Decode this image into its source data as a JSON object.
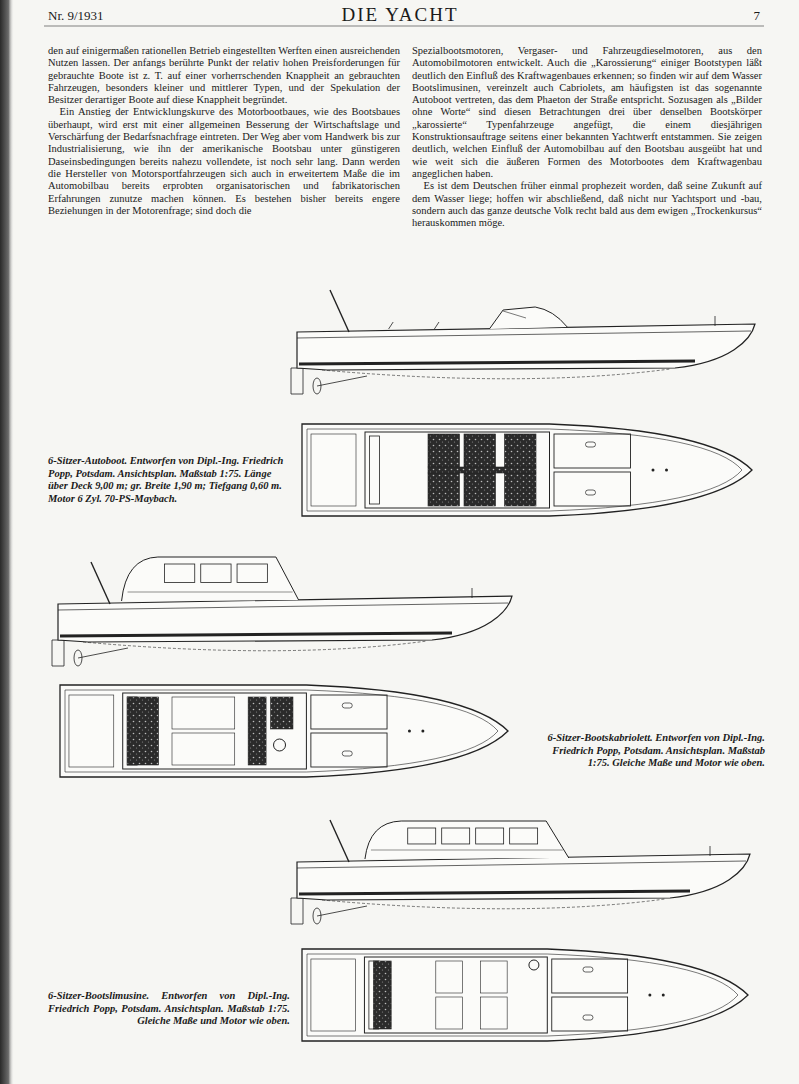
{
  "diagram": {
    "title": "DIE YACHT",
    "labels": [
      "Nr. 9/1931",
      "7",
      "den auf einigermaßen rationellen Betrieb eingestellten Werften einen ausreichenden Nutzen lassen. Der anfangs berührte Punkt der relativ hohen Preisforderungen für gebrauchte Boote ist z. T. auf einer vorherrschenden Knappheit an gebrauchten Fahrzeugen, besonders kleiner und mittlerer Typen, und der Spekulation der Besitzer derartiger Boote auf diese Knappheit begründet.",
      "Ein Anstieg der Entwicklungskurve des Motorbootbaues, wie des Bootsbaues überhaupt, wird erst mit einer allgemeinen Besserung der Wirtschaftslage und Verschärfung der Bedarfsnachfrage eintreten. Der Weg aber vom Handwerk bis zur Industrialisierung, wie ihn der amerikanische Bootsbau unter günstigeren Daseinsbedingungen bereits nahezu vollendete, ist noch sehr lang. Dann werden die Hersteller von Motorsportfahrzeugen sich auch in erweitertem Maße die im Automobilbau bereits erprobten organisatorischen und fabrikatorischen Erfahrungen zunutze machen können. Es bestehen bisher bereits engere Beziehungen in der Motorenfrage; sind doch die",
      "Spezialbootsmotoren, Vergaser- und Fahrzeugdieselmotoren, aus den Automobilmotoren entwickelt. Auch die „Karossierung“ einiger Bootstypen läßt deutlich den Einfluß des Kraftwagenbaues erkennen; so finden wir auf dem Wasser Bootslimusinen, vereinzelt auch Cabriolets, am häufigsten ist das sogenannte Autoboot vertreten, das dem Phaeton der Straße entspricht. Sozusagen als „Bilder ohne Worte“ sind diesen Betrachtungen drei über denselben Bootskörper „karossierte“ Typenfahrzeuge angefügt, die einem diesjährigen Konstruktionsauftrage seitens einer bekannten Yachtwerft entstammen. Sie zeigen deutlich, welchen Einfluß der Automobilbau auf den Bootsbau ausgeübt hat und wie weit sich die äußeren Formen des Motorbootes dem Kraftwagenbau angeglichen haben.",
      "Es ist dem Deutschen früher einmal prophezeit worden, daß seine Zukunft auf dem Wasser liege; hoffen wir abschließend, daß nicht nur Yachtsport und -bau, sondern auch das ganze deutsche Volk recht bald aus dem ewigen „Trockenkursus“ herauskommen möge.",
      "6-Sitzer-Autoboot. Entworfen von Dipl.-Ing. Friedrich Popp, Potsdam. Ansichtsplan. Maßstab 1:75. Länge über Deck 9,00 m; gr. Breite 1,90 m; Tiefgang 0,60 m. Motor 6 Zyl. 70-PS-Maybach.",
      "6-Sitzer-Bootskabriolett. Entworfen von Dipl.-Ing. Friedrich Popp, Potsdam. Ansichtsplan. Maßstab 1:75. Gleiche Maße und Motor wie oben.",
      "6-Sitzer-Bootslimusine. Entworfen von Dipl.-Ing. Friedrich Popp, Potsdam. Ansichtsplan. Maßstab 1:75. Gleiche Maße und Motor wie oben."
    ]
  }
}
